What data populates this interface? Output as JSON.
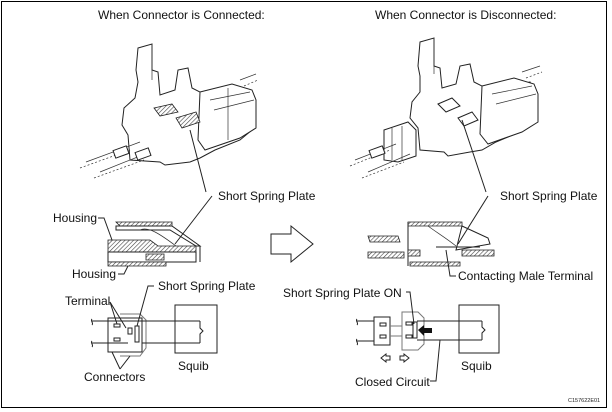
{
  "figure": {
    "code": "C157622E01",
    "left_panel": {
      "title": "When Connector is Connected:",
      "callouts": {
        "short_spring_plate_iso": "Short Spring Plate",
        "housing_top": "Housing",
        "housing_bottom": "Housing",
        "short_spring_plate_schematic": "Short Spring Plate",
        "terminal": "Terminal",
        "connectors": "Connectors",
        "squib": "Squib"
      }
    },
    "right_panel": {
      "title": "When Connector is Disconnected:",
      "callouts": {
        "short_spring_plate_iso": "Short Spring Plate",
        "contacting_male_terminal": "Contacting Male Terminal",
        "short_spring_plate_on": "Short Spring Plate ON",
        "closed_circuit": "Closed Circuit",
        "squib": "Squib"
      }
    },
    "transition_arrow": "right-arrow-icon"
  }
}
